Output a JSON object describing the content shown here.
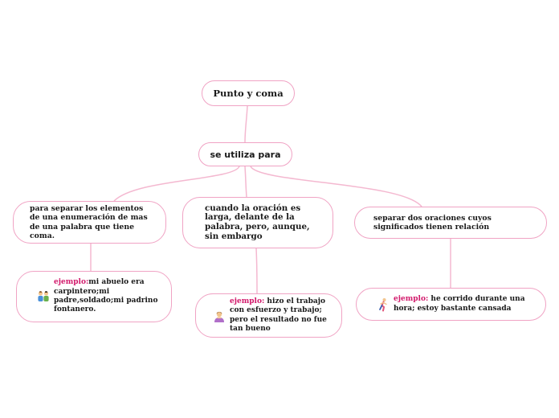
{
  "root": {
    "label": "Punto y coma"
  },
  "sub": {
    "label": "se utiliza para"
  },
  "branches": [
    {
      "label": "para separar los elementos de una enumeración de mas de una palabra que tiene coma."
    },
    {
      "label": "cuando la oración es larga, delante de la palabra, pero, aunque, sin embargo"
    },
    {
      "label": "separar dos oraciones cuyos significados tienen relación"
    }
  ],
  "examples": [
    {
      "prefix": "ejemplo:",
      "text": "mi abuelo era carpintero;mi padre,soldado;mi padrino fontanero.",
      "icon": "two-men-icon"
    },
    {
      "prefix": "ejemplo:",
      "text": " hizo el trabajo con esfuerzo y trabajo; pero el resultado no fue tan bueno",
      "icon": "person-bowing-icon"
    },
    {
      "prefix": "ejemplo:",
      "text": " he corrido durante una hora; estoy bastante cansada",
      "icon": "runner-icon"
    }
  ],
  "colors": {
    "node_border": "#f0a3c4",
    "link": "#f4b8d0",
    "example_label": "#d2196b"
  }
}
